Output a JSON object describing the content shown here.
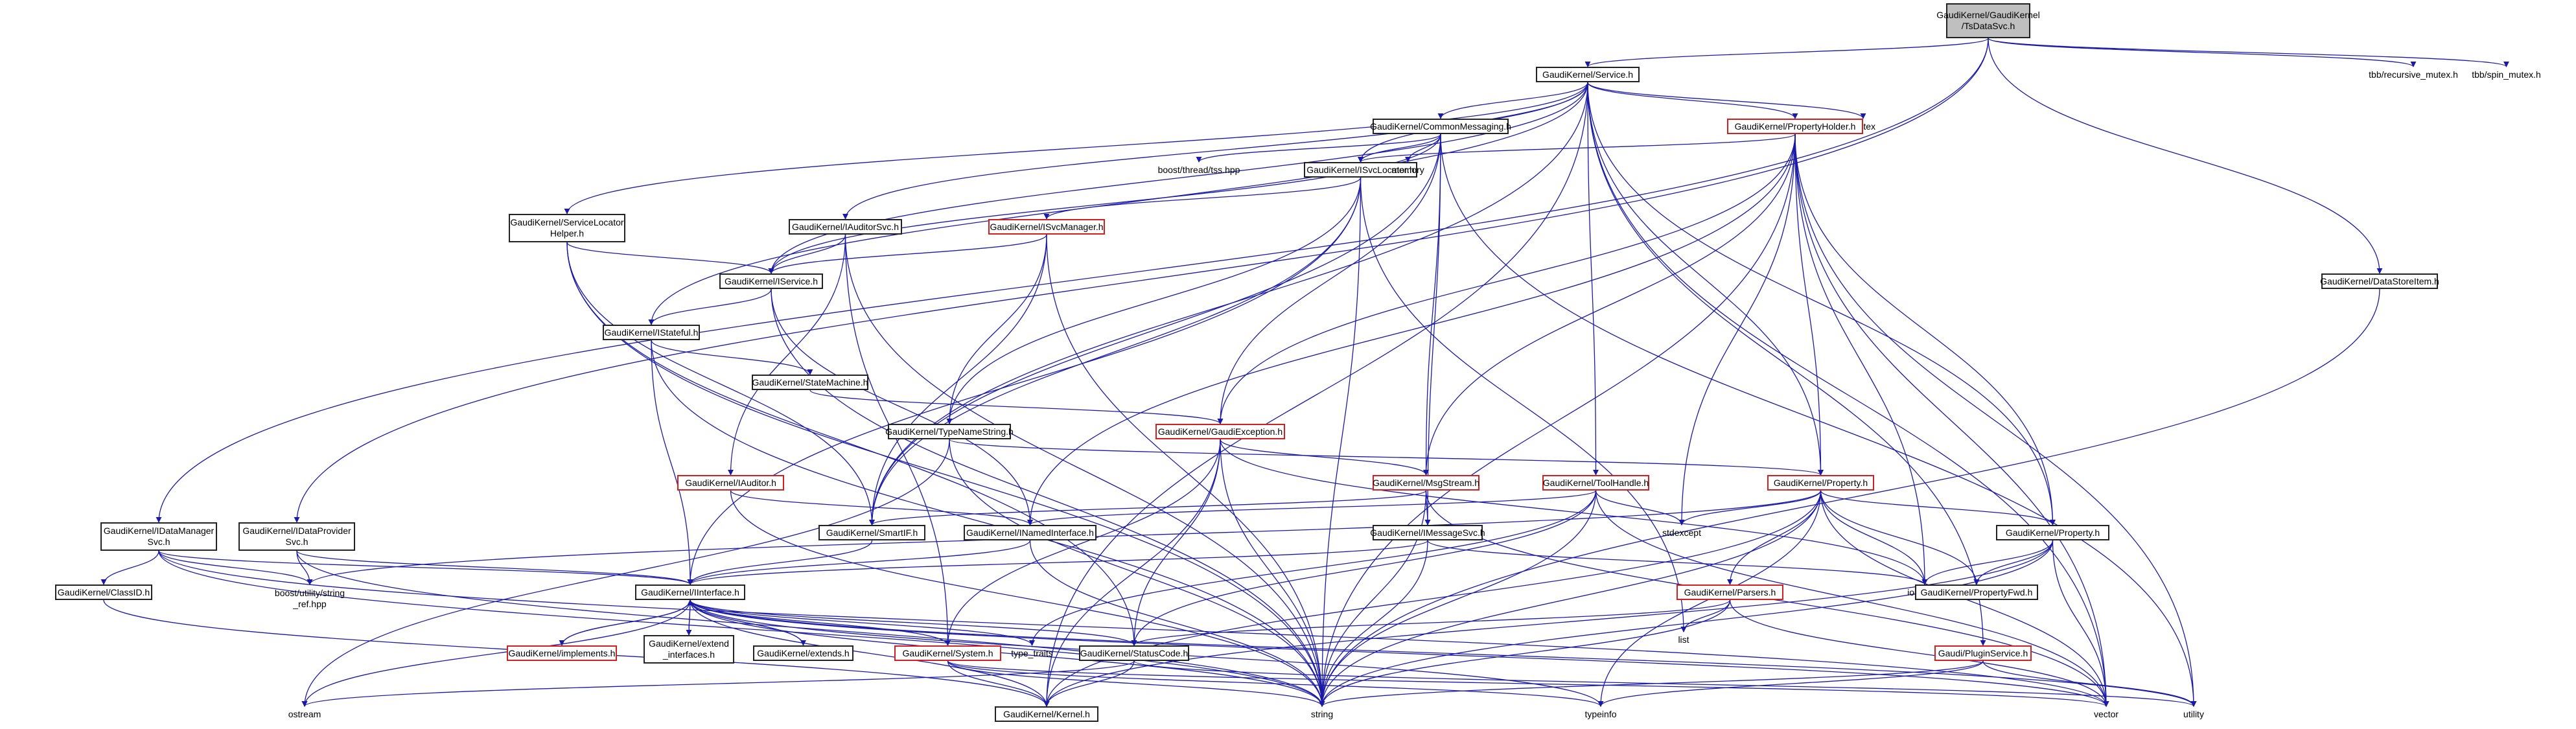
{
  "graph": {
    "nodes": [
      {
        "id": "root",
        "label": "GaudiKernel/GaudiKernel\n/TsDataSvc.h",
        "style": "gray"
      },
      {
        "id": "svc",
        "label": "GaudiKernel/Service.h",
        "style": "black"
      },
      {
        "id": "tbbrec",
        "label": "tbb/recursive_mutex.h",
        "style": "plain"
      },
      {
        "id": "tbbspin",
        "label": "tbb/spin_mutex.h",
        "style": "plain"
      },
      {
        "id": "mutex",
        "label": "mutex",
        "style": "plain"
      },
      {
        "id": "commsg",
        "label": "GaudiKernel/CommonMessaging.h",
        "style": "black"
      },
      {
        "id": "prophold",
        "label": "GaudiKernel/PropertyHolder.h",
        "style": "red"
      },
      {
        "id": "boostthr",
        "label": "boost/thread/tss.hpp",
        "style": "plain"
      },
      {
        "id": "isvcloc",
        "label": "GaudiKernel/ISvcLocator.h",
        "style": "black"
      },
      {
        "id": "memory",
        "label": "memory",
        "style": "plain"
      },
      {
        "id": "svclochelp",
        "label": "GaudiKernel/ServiceLocator\nHelper.h",
        "style": "black"
      },
      {
        "id": "iauditorsvc",
        "label": "GaudiKernel/IAuditorSvc.h",
        "style": "black"
      },
      {
        "id": "isvcmgr",
        "label": "GaudiKernel/ISvcManager.h",
        "style": "red"
      },
      {
        "id": "iservice",
        "label": "GaudiKernel/IService.h",
        "style": "black"
      },
      {
        "id": "istateful",
        "label": "GaudiKernel/IStateful.h",
        "style": "black"
      },
      {
        "id": "statemach",
        "label": "GaudiKernel/StateMachine.h",
        "style": "black"
      },
      {
        "id": "datastoreitem",
        "label": "GaudiKernel/DataStoreItem.h",
        "style": "black"
      },
      {
        "id": "typenamestr",
        "label": "GaudiKernel/TypeNameString.h",
        "style": "black"
      },
      {
        "id": "gaudiexc",
        "label": "GaudiKernel/GaudiException.h",
        "style": "red"
      },
      {
        "id": "iauditor",
        "label": "GaudiKernel/IAuditor.h",
        "style": "red"
      },
      {
        "id": "msgstream",
        "label": "GaudiKernel/MsgStream.h",
        "style": "red"
      },
      {
        "id": "toolhandle",
        "label": "GaudiKernel/ToolHandle.h",
        "style": "red"
      },
      {
        "id": "property",
        "label": "GaudiKernel/Property.h",
        "style": "red"
      },
      {
        "id": "idatamgr",
        "label": "GaudiKernel/IDataManager\nSvc.h",
        "style": "black"
      },
      {
        "id": "idataprov",
        "label": "GaudiKernel/IDataProvider\nSvc.h",
        "style": "black"
      },
      {
        "id": "smartif",
        "label": "GaudiKernel/SmartIF.h",
        "style": "black"
      },
      {
        "id": "inamed",
        "label": "GaudiKernel/INamedInterface.h",
        "style": "black"
      },
      {
        "id": "imsgsvc",
        "label": "GaudiKernel/IMessageSvc.h",
        "style": "black"
      },
      {
        "id": "stdexcept",
        "label": "stdexcept",
        "style": "plain"
      },
      {
        "id": "propertyh2",
        "label": "GaudiKernel/Property.h",
        "style": "black"
      },
      {
        "id": "classid",
        "label": "GaudiKernel/ClassID.h",
        "style": "black"
      },
      {
        "id": "boostref",
        "label": "boost/utility/string\n_ref.hpp",
        "style": "plain"
      },
      {
        "id": "iinterface",
        "label": "GaudiKernel/IInterface.h",
        "style": "black"
      },
      {
        "id": "iostream",
        "label": "iostream",
        "style": "plain"
      },
      {
        "id": "propfwd",
        "label": "GaudiKernel/PropertyFwd.h",
        "style": "black"
      },
      {
        "id": "parsers",
        "label": "GaudiKernel/Parsers.h",
        "style": "red"
      },
      {
        "id": "list",
        "label": "list",
        "style": "plain"
      },
      {
        "id": "implements",
        "label": "GaudiKernel/implements.h",
        "style": "red"
      },
      {
        "id": "extendint",
        "label": "GaudiKernel/extend\n_interfaces.h",
        "style": "black"
      },
      {
        "id": "extends",
        "label": "GaudiKernel/extends.h",
        "style": "black"
      },
      {
        "id": "typetraits",
        "label": "type_traits",
        "style": "plain"
      },
      {
        "id": "system",
        "label": "GaudiKernel/System.h",
        "style": "red"
      },
      {
        "id": "statuscode",
        "label": "GaudiKernel/StatusCode.h",
        "style": "black"
      },
      {
        "id": "pluginsvc",
        "label": "Gaudi/PluginService.h",
        "style": "red"
      },
      {
        "id": "ostream",
        "label": "ostream",
        "style": "plain"
      },
      {
        "id": "kernel",
        "label": "GaudiKernel/Kernel.h",
        "style": "black"
      },
      {
        "id": "string",
        "label": "string",
        "style": "plain"
      },
      {
        "id": "typeinfo",
        "label": "typeinfo",
        "style": "plain"
      },
      {
        "id": "vector",
        "label": "vector",
        "style": "plain"
      },
      {
        "id": "utility",
        "label": "utility",
        "style": "plain"
      }
    ],
    "edges": [
      [
        "root",
        "svc"
      ],
      [
        "root",
        "tbbrec"
      ],
      [
        "root",
        "tbbspin"
      ],
      [
        "root",
        "idatamgr"
      ],
      [
        "root",
        "idataprov"
      ],
      [
        "root",
        "datastoreitem"
      ],
      [
        "svc",
        "mutex"
      ],
      [
        "svc",
        "commsg"
      ],
      [
        "svc",
        "prophold"
      ],
      [
        "svc",
        "isvcloc"
      ],
      [
        "svc",
        "svclochelp"
      ],
      [
        "svc",
        "iauditorsvc"
      ],
      [
        "svc",
        "iservice"
      ],
      [
        "svc",
        "istateful"
      ],
      [
        "svc",
        "toolhandle"
      ],
      [
        "svc",
        "property"
      ],
      [
        "svc",
        "propertyh2"
      ],
      [
        "svc",
        "pluginsvc"
      ],
      [
        "svc",
        "vector"
      ],
      [
        "svc",
        "smartif"
      ],
      [
        "svc",
        "kernel"
      ],
      [
        "commsg",
        "boostthr"
      ],
      [
        "commsg",
        "memory"
      ],
      [
        "commsg",
        "isvcloc"
      ],
      [
        "commsg",
        "iservice"
      ],
      [
        "commsg",
        "msgstream"
      ],
      [
        "commsg",
        "imsgsvc"
      ],
      [
        "commsg",
        "gaudiexc"
      ],
      [
        "commsg",
        "smartif"
      ],
      [
        "commsg",
        "utility"
      ],
      [
        "prophold",
        "isvcloc"
      ],
      [
        "prophold",
        "property"
      ],
      [
        "prophold",
        "propertyh2"
      ],
      [
        "prophold",
        "msgstream"
      ],
      [
        "prophold",
        "inamed"
      ],
      [
        "prophold",
        "stdexcept"
      ],
      [
        "prophold",
        "iostream"
      ],
      [
        "prophold",
        "string"
      ],
      [
        "prophold",
        "vector"
      ],
      [
        "prophold",
        "utility"
      ],
      [
        "prophold",
        "gaudiexc"
      ],
      [
        "isvcloc",
        "isvcmgr"
      ],
      [
        "isvcloc",
        "typenamestr"
      ],
      [
        "isvcloc",
        "smartif"
      ],
      [
        "isvcloc",
        "iinterface"
      ],
      [
        "isvcloc",
        "string"
      ],
      [
        "isvcloc",
        "list"
      ],
      [
        "svclochelp",
        "iservice"
      ],
      [
        "svclochelp",
        "smartif"
      ],
      [
        "svclochelp",
        "string"
      ],
      [
        "svclochelp",
        "statuscode"
      ],
      [
        "iauditorsvc",
        "iservice"
      ],
      [
        "iauditorsvc",
        "iauditor"
      ],
      [
        "iauditorsvc",
        "system"
      ],
      [
        "iauditorsvc",
        "string"
      ],
      [
        "isvcmgr",
        "iservice"
      ],
      [
        "isvcmgr",
        "typenamestr"
      ],
      [
        "isvcmgr",
        "smartif"
      ],
      [
        "isvcmgr",
        "string"
      ],
      [
        "iservice",
        "istateful"
      ],
      [
        "iservice",
        "inamed"
      ],
      [
        "iservice",
        "string"
      ],
      [
        "istateful",
        "statemach"
      ],
      [
        "istateful",
        "iinterface"
      ],
      [
        "istateful",
        "string"
      ],
      [
        "statemach",
        "gaudiexc"
      ],
      [
        "typenamestr",
        "property"
      ],
      [
        "typenamestr",
        "string"
      ],
      [
        "typenamestr",
        "ostream"
      ],
      [
        "gaudiexc",
        "msgstream"
      ],
      [
        "gaudiexc",
        "system"
      ],
      [
        "gaudiexc",
        "statuscode"
      ],
      [
        "gaudiexc",
        "string"
      ],
      [
        "gaudiexc",
        "iostream"
      ],
      [
        "gaudiexc",
        "kernel"
      ],
      [
        "iauditor",
        "inamed"
      ],
      [
        "iauditor",
        "string"
      ],
      [
        "msgstream",
        "imsgsvc"
      ],
      [
        "msgstream",
        "smartif"
      ],
      [
        "msgstream",
        "string"
      ],
      [
        "msgstream",
        "vector"
      ],
      [
        "toolhandle",
        "inamed"
      ],
      [
        "toolhandle",
        "stdexcept"
      ],
      [
        "toolhandle",
        "string"
      ],
      [
        "toolhandle",
        "vector"
      ],
      [
        "toolhandle",
        "typetraits"
      ],
      [
        "toolhandle",
        "statuscode"
      ],
      [
        "property",
        "propertyh2"
      ],
      [
        "property",
        "parsers"
      ],
      [
        "property",
        "stdexcept"
      ],
      [
        "property",
        "boostref"
      ],
      [
        "property",
        "string"
      ],
      [
        "property",
        "typeinfo"
      ],
      [
        "property",
        "iostream"
      ],
      [
        "property",
        "propfwd"
      ],
      [
        "property",
        "vector"
      ],
      [
        "property",
        "kernel"
      ],
      [
        "idatamgr",
        "classid"
      ],
      [
        "idatamgr",
        "boostref"
      ],
      [
        "idatamgr",
        "iinterface"
      ],
      [
        "idatamgr",
        "string"
      ],
      [
        "idatamgr",
        "vector"
      ],
      [
        "idataprov",
        "boostref"
      ],
      [
        "idataprov",
        "iinterface"
      ],
      [
        "idataprov",
        "string"
      ],
      [
        "smartif",
        "iinterface"
      ],
      [
        "inamed",
        "iinterface"
      ],
      [
        "inamed",
        "string"
      ],
      [
        "imsgsvc",
        "iinterface"
      ],
      [
        "imsgsvc",
        "iostream"
      ],
      [
        "imsgsvc",
        "string"
      ],
      [
        "propertyh2",
        "propfwd"
      ],
      [
        "propertyh2",
        "iostream"
      ],
      [
        "propertyh2",
        "string"
      ],
      [
        "propertyh2",
        "vector"
      ],
      [
        "propertyh2",
        "kernel"
      ],
      [
        "classid",
        "kernel"
      ],
      [
        "iinterface",
        "implements"
      ],
      [
        "iinterface",
        "extendint"
      ],
      [
        "iinterface",
        "extends"
      ],
      [
        "iinterface",
        "system"
      ],
      [
        "iinterface",
        "statuscode"
      ],
      [
        "iinterface",
        "typetraits"
      ],
      [
        "iinterface",
        "ostream"
      ],
      [
        "iinterface",
        "kernel"
      ],
      [
        "iinterface",
        "string"
      ],
      [
        "iinterface",
        "typeinfo"
      ],
      [
        "iinterface",
        "vector"
      ],
      [
        "iinterface",
        "utility"
      ],
      [
        "implements",
        "iinterface"
      ],
      [
        "extendint",
        "iinterface"
      ],
      [
        "extends",
        "iinterface"
      ],
      [
        "parsers",
        "list"
      ],
      [
        "parsers",
        "string"
      ],
      [
        "parsers",
        "vector"
      ],
      [
        "parsers",
        "statuscode"
      ],
      [
        "system",
        "kernel"
      ],
      [
        "system",
        "string"
      ],
      [
        "system",
        "vector"
      ],
      [
        "system",
        "typeinfo"
      ],
      [
        "statuscode",
        "kernel"
      ],
      [
        "statuscode",
        "ostream"
      ],
      [
        "statuscode",
        "utility"
      ],
      [
        "pluginsvc",
        "string"
      ],
      [
        "pluginsvc",
        "typeinfo"
      ],
      [
        "pluginsvc",
        "utility"
      ],
      [
        "datastoreitem",
        "string"
      ]
    ],
    "colors": {
      "edge_blue": "#1a1aa6",
      "edge_red": "#d21f1f",
      "node_border": "#222222",
      "root_fill": "#bfbfbf"
    }
  }
}
